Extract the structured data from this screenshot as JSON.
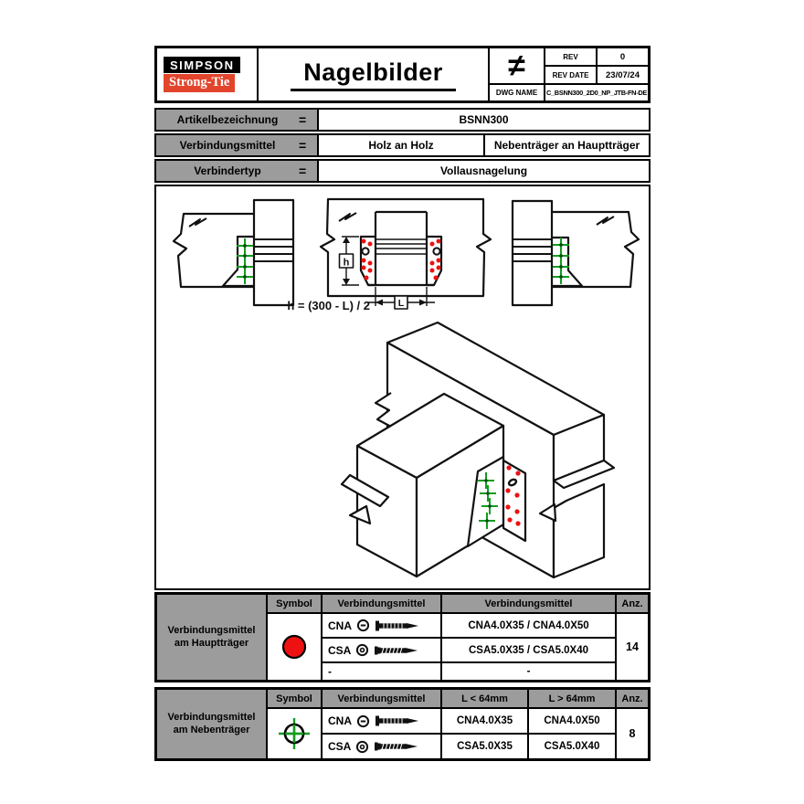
{
  "header": {
    "brand_line1": "SIMPSON",
    "brand_line2": "Strong-Tie",
    "title": "Nagelbilder",
    "projection_symbol": "≠",
    "rev_label": "REV",
    "rev_value": "0",
    "rev_date_label": "REV DATE",
    "rev_date_value": "23/07/24",
    "dwg_label": "DWG NAME",
    "dwg_value": "C_BSNN300_2D0_NP_JTB-FN-DE"
  },
  "info_rows": [
    {
      "label": "Artikelbezeichnung",
      "eq": "=",
      "value_full": "BSNN300"
    },
    {
      "label": "Verbindungsmittel",
      "eq": "=",
      "value_left": "Holz an Holz",
      "value_right": "Nebenträger an Hauptträger"
    },
    {
      "label": "Verbindertyp",
      "eq": "=",
      "value_full": "Vollausnagelung"
    }
  ],
  "drawing": {
    "formula": "h = (300 - L) / 2",
    "dim_h": "h",
    "dim_l": "L"
  },
  "table_haupt": {
    "row_label_line1": "Verbindungsmittel",
    "row_label_line2": "am Hauptträger",
    "headers": [
      "Symbol",
      "Verbindungsmittel",
      "Verbindungsmittel",
      "Anz."
    ],
    "rows": [
      {
        "code": "CNA",
        "value": "CNA4.0X35 / CNA4.0X50"
      },
      {
        "code": "CSA",
        "value": "CSA5.0X35 / CSA5.0X40"
      },
      {
        "code": "-",
        "value": "-"
      }
    ],
    "count": "14"
  },
  "table_neben": {
    "row_label_line1": "Verbindungsmittel",
    "row_label_line2": "am Nebenträger",
    "headers": [
      "Symbol",
      "Verbindungsmittel",
      "L < 64mm",
      "L > 64mm",
      "Anz."
    ],
    "rows": [
      {
        "code": "CNA",
        "l_short": "CNA4.0X35",
        "l_long": "CNA4.0X50"
      },
      {
        "code": "CSA",
        "l_short": "CSA5.0X35",
        "l_long": "CSA5.0X40"
      }
    ],
    "count": "8"
  },
  "colors": {
    "brand_red": "#e2452c",
    "nail_red": "#ee1111",
    "nail_green": "#129c1f",
    "cell_gray": "#9c9c9c"
  }
}
